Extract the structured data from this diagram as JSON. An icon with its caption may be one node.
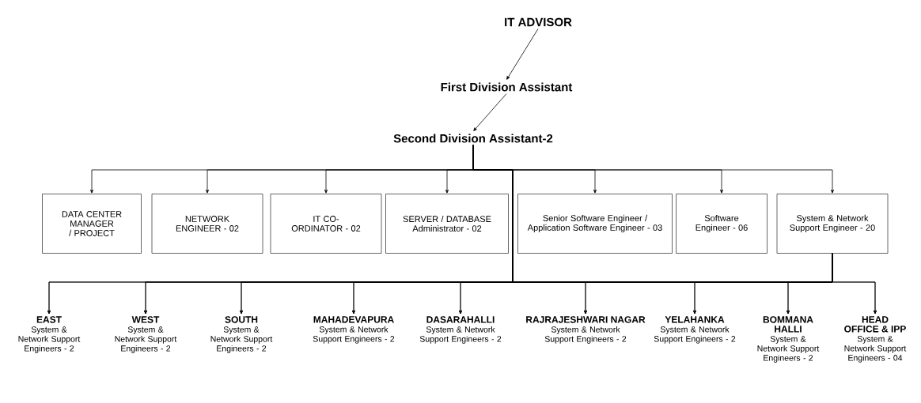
{
  "diagram": {
    "nodes": [
      {
        "text": [
          "IT ADVISOR"
        ]
      },
      {
        "text": [
          "First Division Assistant"
        ]
      },
      {
        "text": [
          "Second Division Assistant-2"
        ]
      },
      {
        "text": [
          "DATA CENTER MANAGER / PROJECT"
        ]
      },
      {
        "text": [
          "NETWORK ENGINEER - 02"
        ]
      },
      {
        "text": [
          "IT CO-ORDINATOR - 02"
        ]
      },
      {
        "text": [
          "SERVER / DATABASE Administrator - 02"
        ]
      },
      {
        "text": [
          "Senior Software Engineer / Application Software Engineer - 03"
        ]
      },
      {
        "text": [
          "Software Engineer - 06"
        ]
      },
      {
        "text": [
          "System & Network Support Engineer - 20"
        ]
      },
      {
        "text": [
          "EAST",
          "System & Network Support Engineers - 2"
        ]
      },
      {
        "text": [
          "WEST",
          "System & Network Support Engineers - 2"
        ]
      },
      {
        "text": [
          "SOUTH",
          "System & Network Support Engineers - 2"
        ]
      },
      {
        "text": [
          "MAHADEVAPURA",
          "System & Network Support Engineers - 2"
        ]
      },
      {
        "text": [
          "DASARAHALLI",
          "System & Network Support Engineers - 2"
        ]
      },
      {
        "text": [
          "RAJRAJESHWARI NAGAR",
          "System & Network Support Engineers - 2"
        ]
      },
      {
        "text": [
          "YELAHANKA",
          "System & Network Support Engineers - 2"
        ]
      },
      {
        "text": [
          "BOMMANA HALLI",
          "System & Network Support Engineers - 2"
        ]
      },
      {
        "text": [
          "HEAD OFFICE & IPP",
          "System & Network Support Engineers - 04"
        ]
      }
    ],
    "edges": [
      {
        "from": 0,
        "to": 1,
        "arrow": "to"
      },
      {
        "from": 1,
        "to": 2,
        "arrow": "to"
      },
      {
        "from": 2,
        "to": 3,
        "arrow": "to"
      },
      {
        "from": 2,
        "to": 4,
        "arrow": "to"
      },
      {
        "from": 2,
        "to": 5,
        "arrow": "to"
      },
      {
        "from": 2,
        "to": 6,
        "arrow": "to"
      },
      {
        "from": 2,
        "to": 7,
        "arrow": "to"
      },
      {
        "from": 2,
        "to": 8,
        "arrow": "to"
      },
      {
        "from": 2,
        "to": 9,
        "arrow": "to"
      },
      {
        "from": 2,
        "to": 10,
        "arrow": "to"
      },
      {
        "from": 2,
        "to": 11,
        "arrow": "to"
      },
      {
        "from": 2,
        "to": 12,
        "arrow": "to"
      },
      {
        "from": 2,
        "to": 13,
        "arrow": "to"
      },
      {
        "from": 2,
        "to": 14,
        "arrow": "to"
      },
      {
        "from": 2,
        "to": 15,
        "arrow": "to"
      },
      {
        "from": 2,
        "to": 16,
        "arrow": "to"
      },
      {
        "from": 2,
        "to": 17,
        "arrow": "to"
      },
      {
        "from": 2,
        "to": 18,
        "arrow": "to"
      },
      {
        "from": 9,
        "to": 10,
        "arrow": "to"
      },
      {
        "from": 9,
        "to": 11,
        "arrow": "to"
      },
      {
        "from": 9,
        "to": 12,
        "arrow": "to"
      },
      {
        "from": 9,
        "to": 13,
        "arrow": "to"
      },
      {
        "from": 9,
        "to": 14,
        "arrow": "to"
      },
      {
        "from": 9,
        "to": 15,
        "arrow": "to"
      },
      {
        "from": 9,
        "to": 16,
        "arrow": "to"
      },
      {
        "from": 9,
        "to": 17,
        "arrow": "to"
      },
      {
        "from": 9,
        "to": 18,
        "arrow": "to"
      }
    ]
  }
}
